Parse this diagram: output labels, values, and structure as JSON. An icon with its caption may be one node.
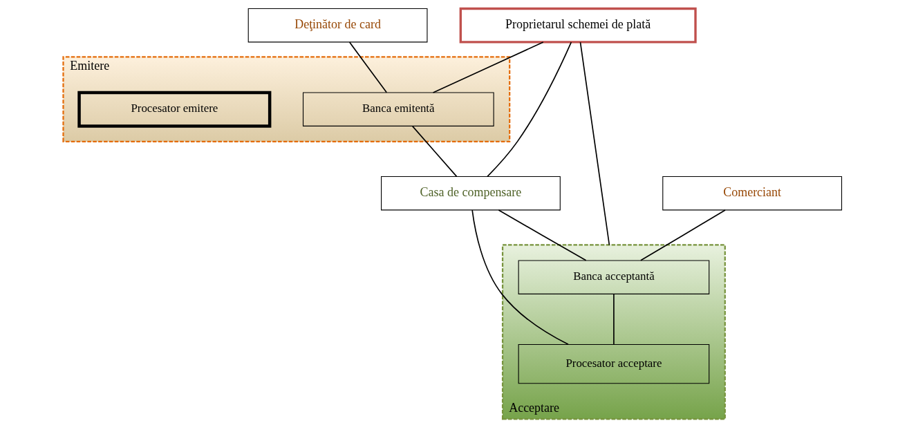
{
  "diagram": {
    "nodes": [
      {
        "text": [
          "Proprietarul schemei de plată"
        ]
      },
      {
        "text": [
          "Deţinător de card"
        ]
      },
      {
        "text": [
          "Comerciant"
        ]
      },
      {
        "text": [
          "Emitere"
        ]
      },
      {
        "text": [
          "Banca emitentă"
        ],
        "in": 3
      },
      {
        "text": [
          "Procesator emitere"
        ],
        "in": 3
      },
      {
        "text": [
          "Casa de compensare"
        ]
      },
      {
        "text": [
          "Acceptare"
        ]
      },
      {
        "text": [
          "Banca acceptantă"
        ],
        "in": 7
      },
      {
        "text": [
          "Procesator acceptare"
        ],
        "in": 7
      }
    ],
    "edges": [
      {
        "from": 0,
        "to": 4,
        "arrow": "none"
      },
      {
        "from": 0,
        "to": 6,
        "arrow": "none"
      },
      {
        "from": 0,
        "to": 7,
        "arrow": "none"
      },
      {
        "from": 1,
        "to": 4,
        "arrow": "none"
      },
      {
        "from": 2,
        "to": 8,
        "arrow": "none"
      },
      {
        "from": 4,
        "to": 6,
        "arrow": "none"
      },
      {
        "from": 6,
        "to": 8,
        "arrow": "none"
      },
      {
        "from": 8,
        "to": 9,
        "arrow": "none"
      },
      {
        "from": 6,
        "to": 9,
        "arrow": "none"
      }
    ]
  }
}
